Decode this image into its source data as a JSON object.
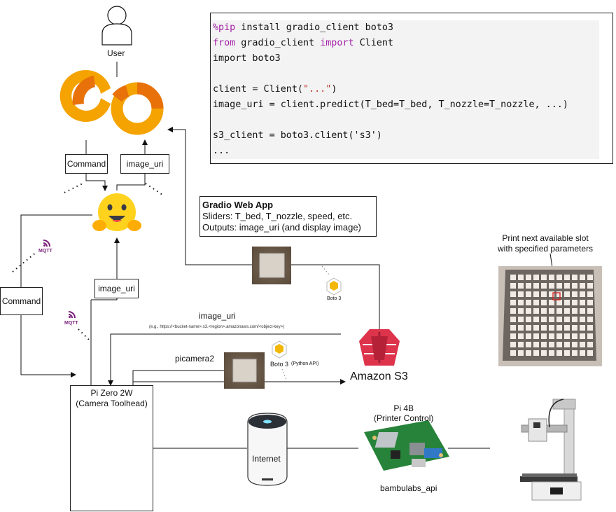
{
  "user": {
    "label": "User"
  },
  "code": {
    "lines": [
      [
        {
          "t": "%pip",
          "c": "kw"
        },
        {
          "t": " install gradio_client boto3"
        }
      ],
      [
        {
          "t": "from",
          "c": "kw"
        },
        {
          "t": " gradio_client "
        },
        {
          "t": "import",
          "c": "kw"
        },
        {
          "t": " Client"
        }
      ],
      [
        {
          "t": "import boto3"
        }
      ],
      [
        {
          "t": ""
        }
      ],
      [
        {
          "t": "client = Client("
        },
        {
          "t": "\"...\"",
          "c": "str"
        },
        {
          "t": ")"
        }
      ],
      [
        {
          "t": "image_uri = client.predict(T_bed=T_bed, T_nozzle=T_nozzle, ...)"
        }
      ],
      [
        {
          "t": ""
        }
      ],
      [
        {
          "t": "s3_client = boto3.client('s3')"
        }
      ],
      [
        {
          "t": "..."
        }
      ]
    ]
  },
  "labels": {
    "command_top": "Command",
    "image_uri_top": "image_uri",
    "command_left": "Command",
    "image_uri_mid": "image_uri",
    "image_uri_s3": "image_uri",
    "s3_uri_example": "(e.g., https://<bucket-name>.s3.<region>.amazonaws.com/<object-key>)",
    "picamera2": "picamera2",
    "mqtt_1": "MQTT",
    "mqtt_2": "MQTT",
    "boto3_1": "Boto 3",
    "boto3_2": "Boto 3",
    "python_api": "(Python API)",
    "amazon_s3": "Amazon S3",
    "internet": "Internet",
    "bambulabs_api": "bambulabs_api"
  },
  "gradio": {
    "title": "Gradio Web App",
    "sliders": "Sliders: T_bed, T_nozzle, speed, etc.",
    "outputs": "Outputs: image_uri (and display image)"
  },
  "pi_zero": {
    "line1": "Pi Zero 2W",
    "line2": "(Camera Toolhead)"
  },
  "pi_4b": {
    "line1": "Pi 4B",
    "line2": "(Printer Control)"
  },
  "print_note": {
    "line1": "Print next available slot",
    "line2": "with specified parameters"
  },
  "colors": {
    "colab_orange": "#f4a300",
    "colab_dark": "#e8710a",
    "hf_yellow": "#ffd21e",
    "aws_red": "#dd344c",
    "mqtt_purple": "#7a1e7a",
    "highlight": "#d21f1f"
  }
}
